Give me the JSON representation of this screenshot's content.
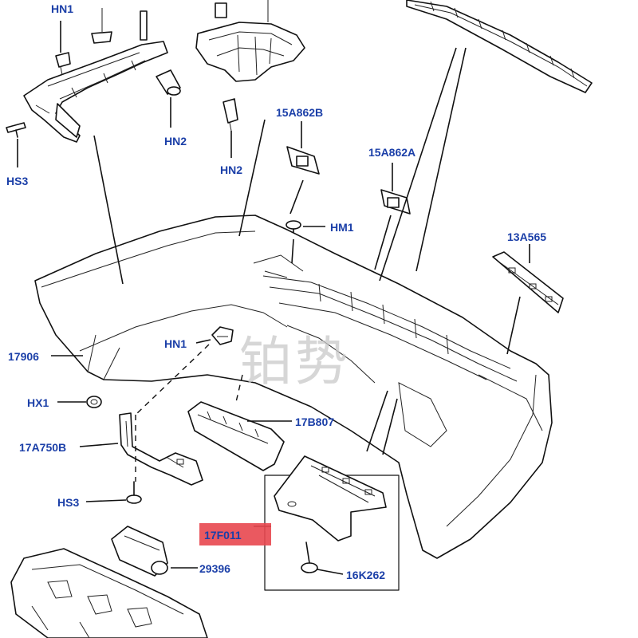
{
  "watermark": "铂势",
  "callouts": {
    "hn1_top": "HN1",
    "hn2_left": "HN2",
    "hs3_top": "HS3",
    "hn2_mid": "HN2",
    "p15a862b": "15A862B",
    "p15a862a": "15A862A",
    "hm1": "HM1",
    "p13a565": "13A565",
    "p17906": "17906",
    "hn1_mid": "HN1",
    "hx1": "HX1",
    "p17b807": "17B807",
    "p17a750b": "17A750B",
    "hs3_bottom": "HS3",
    "p17f011": "17F011",
    "p29396": "29396",
    "p16k262": "16K262"
  },
  "highlight": {
    "target": "17F011",
    "color": "#e8474f"
  },
  "colors": {
    "label": "#1b3fa8",
    "line": "#111111",
    "watermark": "#c9c9c9"
  }
}
